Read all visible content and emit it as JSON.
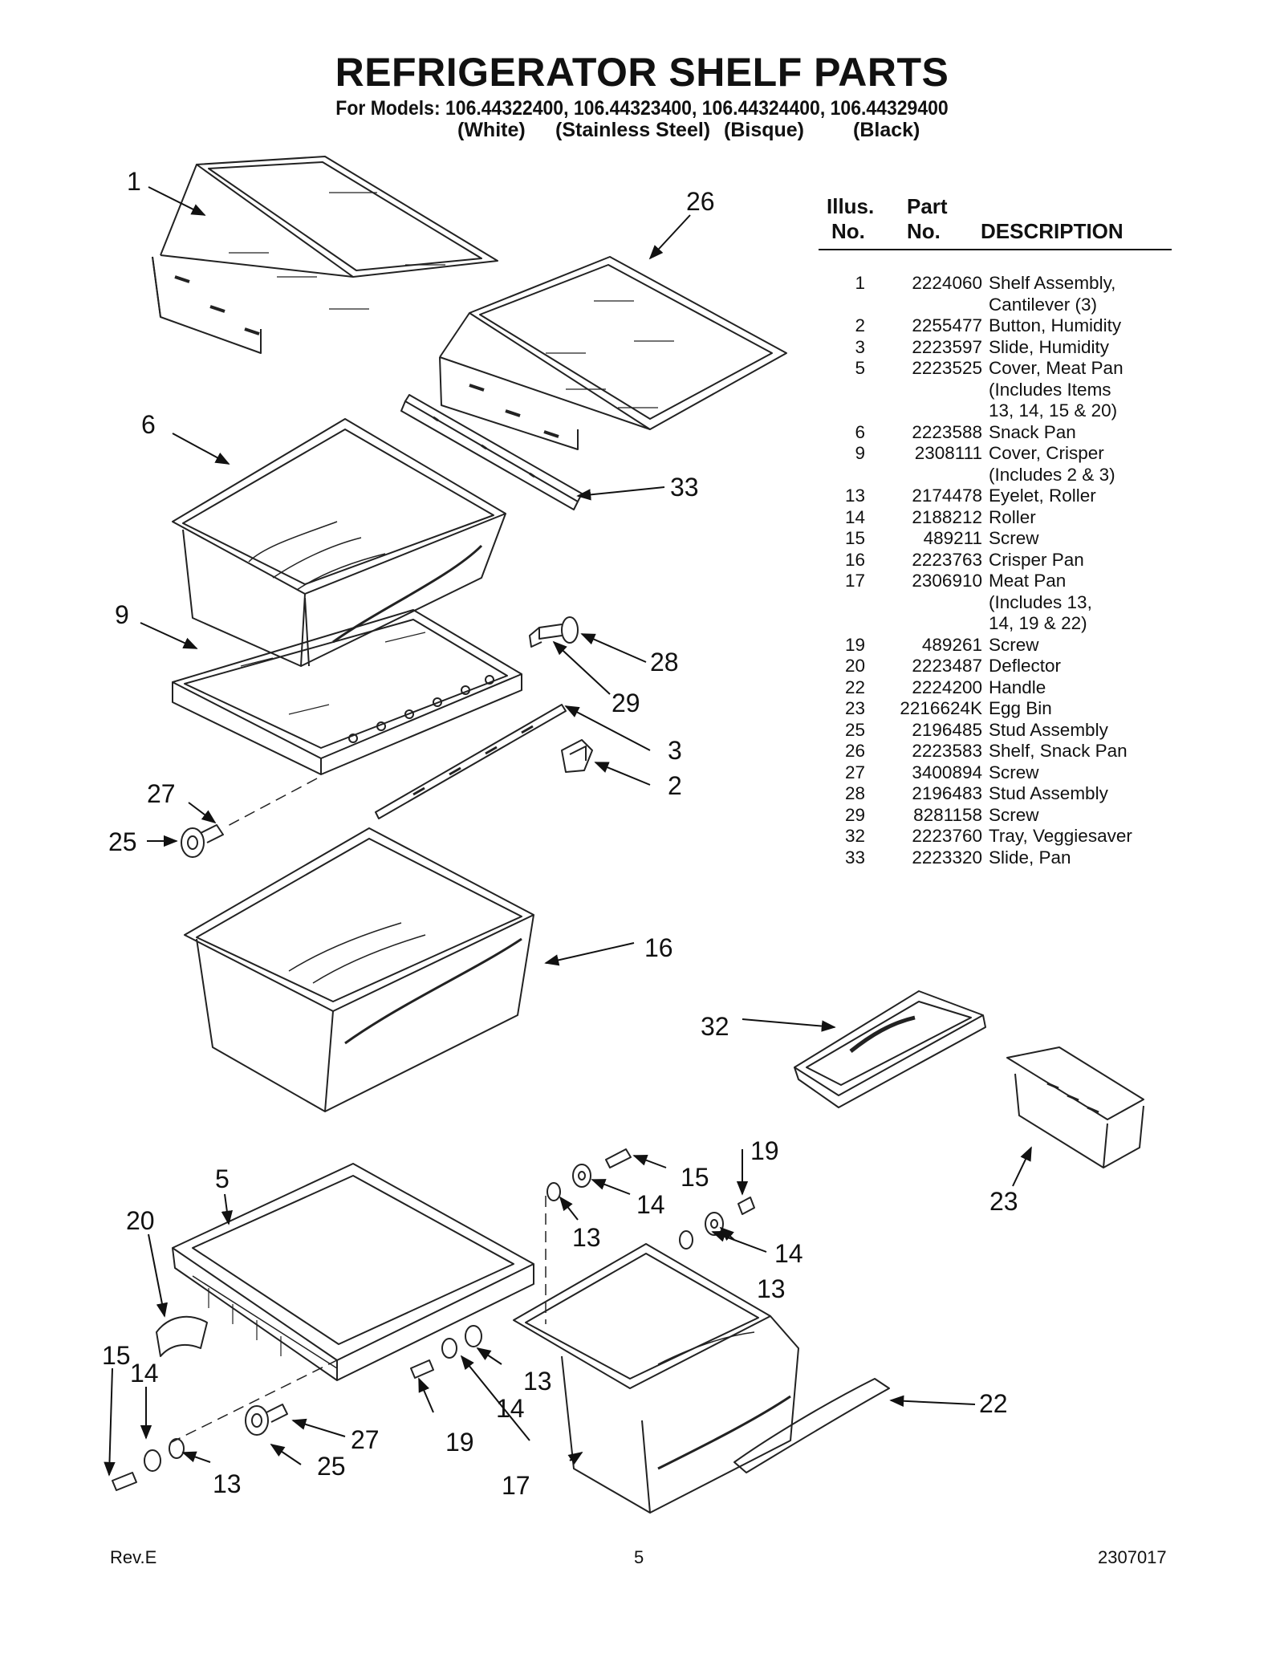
{
  "header": {
    "title": "REFRIGERATOR SHELF PARTS",
    "models_line": "For Models: 106.44322400, 106.44323400, 106.44324400, 106.44329400",
    "finishes": [
      "(White)",
      "(Stainless Steel)",
      "(Bisque)",
      "(Black)"
    ]
  },
  "parts_table": {
    "headers": {
      "illus_1": "Illus.",
      "illus_2": "No.",
      "part_1": "Part",
      "part_2": "No.",
      "description": "DESCRIPTION"
    },
    "rows": [
      {
        "no": "1",
        "part": "2224060",
        "desc": "Shelf Assembly,\nCantilever (3)"
      },
      {
        "no": "2",
        "part": "2255477",
        "desc": "Button, Humidity"
      },
      {
        "no": "3",
        "part": "2223597",
        "desc": "Slide, Humidity"
      },
      {
        "no": "5",
        "part": "2223525",
        "desc": "Cover, Meat Pan\n(Includes Items\n13, 14, 15 & 20)"
      },
      {
        "no": "6",
        "part": "2223588",
        "desc": "Snack Pan"
      },
      {
        "no": "9",
        "part": "2308111",
        "desc": "Cover, Crisper\n(Includes 2 & 3)"
      },
      {
        "no": "13",
        "part": "2174478",
        "desc": "Eyelet, Roller"
      },
      {
        "no": "14",
        "part": "2188212",
        "desc": "Roller"
      },
      {
        "no": "15",
        "part": "489211",
        "desc": "Screw"
      },
      {
        "no": "16",
        "part": "2223763",
        "desc": "Crisper Pan"
      },
      {
        "no": "17",
        "part": "2306910",
        "desc": "Meat Pan\n(Includes 13,\n14, 19 & 22)"
      },
      {
        "no": "19",
        "part": "489261",
        "desc": "Screw"
      },
      {
        "no": "20",
        "part": "2223487",
        "desc": "Deflector"
      },
      {
        "no": "22",
        "part": "2224200",
        "desc": "Handle"
      },
      {
        "no": "23",
        "part": "2216624K",
        "desc": "Egg Bin"
      },
      {
        "no": "25",
        "part": "2196485",
        "desc": "Stud Assembly"
      },
      {
        "no": "26",
        "part": "2223583",
        "desc": "Shelf, Snack Pan"
      },
      {
        "no": "27",
        "part": "3400894",
        "desc": "Screw"
      },
      {
        "no": "28",
        "part": "2196483",
        "desc": "Stud Assembly"
      },
      {
        "no": "29",
        "part": "8281158",
        "desc": "Screw"
      },
      {
        "no": "32",
        "part": "2223760",
        "desc": "Tray, Veggiesaver"
      },
      {
        "no": "33",
        "part": "2223320",
        "desc": "Slide, Pan"
      }
    ]
  },
  "diagram": {
    "callouts": [
      "1",
      "26",
      "6",
      "33",
      "9",
      "28",
      "29",
      "3",
      "2",
      "27",
      "25",
      "16",
      "32",
      "23",
      "5",
      "15",
      "14",
      "19",
      "13",
      "20",
      "22",
      "17"
    ]
  },
  "footer": {
    "revision": "Rev.E",
    "page_number": "5",
    "doc_number": "2307017"
  }
}
